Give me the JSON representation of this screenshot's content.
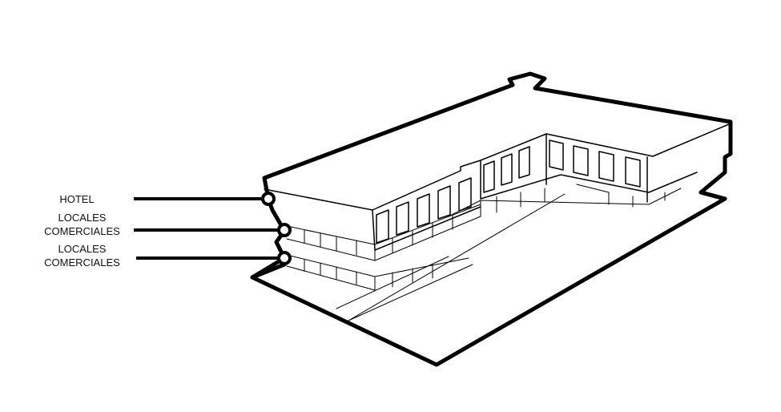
{
  "labels": [
    {
      "line1": "HOTEL",
      "line2": ""
    },
    {
      "line1": "LOCALES",
      "line2": "COMERCIALES"
    },
    {
      "line1": "LOCALES",
      "line2": "COMERCIALES"
    }
  ],
  "colors": {
    "stroke": "#000000",
    "background": "#ffffff"
  }
}
